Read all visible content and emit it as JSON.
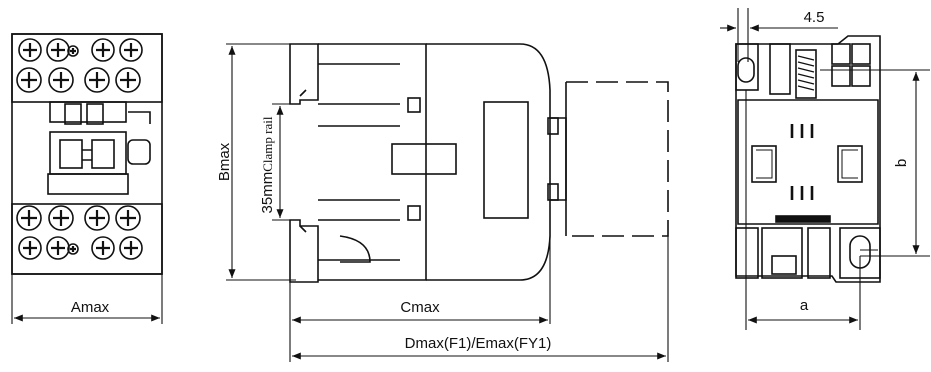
{
  "dimensions": {
    "a_max": "Amax",
    "b_max": "Bmax",
    "c_max": "Cmax",
    "d_e_max": "Dmax(F1)/Emax(FY1)",
    "clamp_rail_size": "35mm",
    "clamp_rail_text": "Clamp rail",
    "a": "a",
    "b": "b",
    "hole_offset": "4.5"
  },
  "views": [
    "front-view",
    "side-view",
    "rear-view"
  ]
}
